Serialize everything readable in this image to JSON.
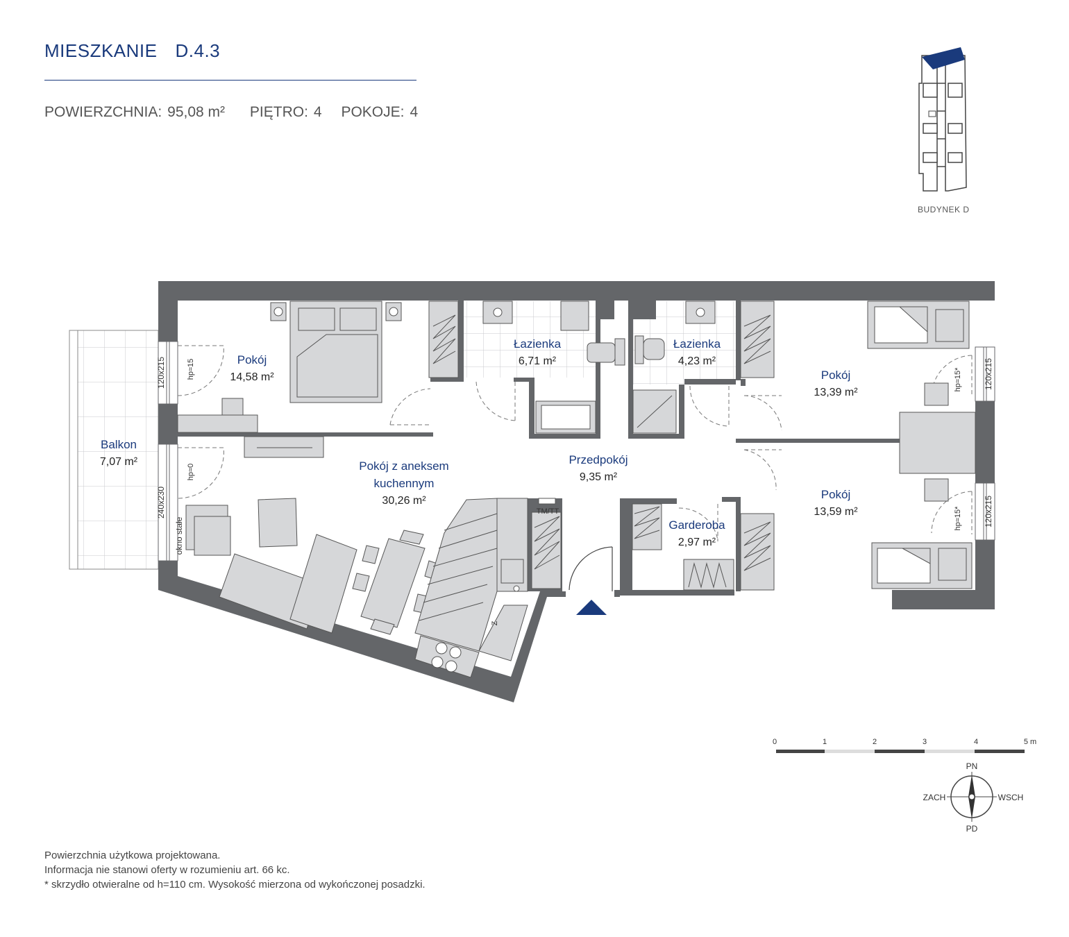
{
  "header": {
    "title": "MIESZKANIE",
    "code": "D.4.3",
    "area_label": "POWIERZCHNIA:",
    "area_value": "95,08 m²",
    "floor_label": "PIĘTRO:",
    "floor_value": "4",
    "rooms_label": "POKOJE:",
    "rooms_value": "4"
  },
  "building_key": {
    "label": "BUDYNEK D"
  },
  "rooms": {
    "pokoj_1": {
      "name": "Pokój",
      "area": "14,58 m²"
    },
    "balkon": {
      "name": "Balkon",
      "area": "7,07 m²"
    },
    "lazienka_1": {
      "name": "Łazienka",
      "area": "6,71 m²"
    },
    "lazienka_2": {
      "name": "Łazienka",
      "area": "4,23 m²"
    },
    "pokoj_2": {
      "name": "Pokój",
      "area": "13,39 m²"
    },
    "pokoj_3": {
      "name": "Pokój",
      "area": "13,59 m²"
    },
    "salon_line1": {
      "name": "Pokój z aneksem"
    },
    "salon_line2": {
      "name": "kuchennym",
      "area": "30,26 m²"
    },
    "przedpokoj": {
      "name": "Przedpokój",
      "area": "9,35 m²"
    },
    "garderoba": {
      "name": "Garderoba",
      "area": "2,97 m²"
    }
  },
  "plan_labels": {
    "window_balcony_door": "120x215",
    "window_balcony_big": "240x230",
    "fixed_window": "okno stałe",
    "hp_15": "hp≈15",
    "hp_0": "hp≈0",
    "hp_15_star": "hp≈15*",
    "window_right_1": "120x215",
    "window_right_2": "120x215",
    "tm_tt": "TM/TT",
    "fridge": "Z"
  },
  "compass": {
    "n": "PN",
    "s": "PD",
    "w": "ZACH",
    "e": "WSCH"
  },
  "scale": {
    "ticks": [
      "0",
      "1",
      "2",
      "3",
      "4",
      "5 m"
    ]
  },
  "notes": [
    "Powierzchnia użytkowa projektowana.",
    "Informacja nie stanowi oferty w rozumieniu art. 66 kc.",
    "* skrzydło otwieralne od h=110 cm. Wysokość mierzona od wykończonej posadzki."
  ],
  "colors": {
    "wall": "#646669",
    "accent": "#1a3a7c",
    "furniture": "#d6d7d9"
  }
}
